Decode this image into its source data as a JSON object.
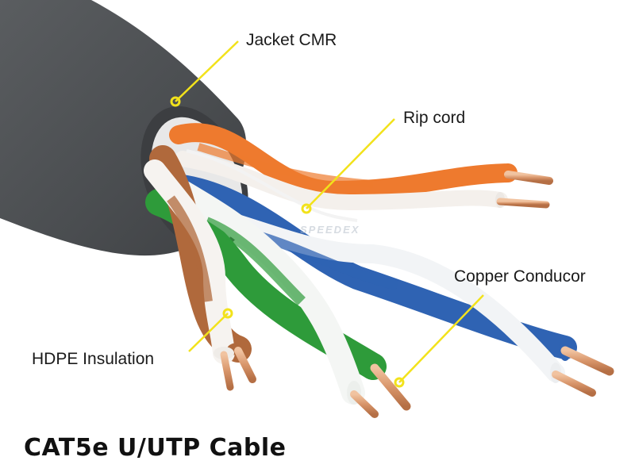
{
  "labels": {
    "jacket": "Jacket CMR",
    "rip_cord": "Rip cord",
    "copper": "Copper Conducor",
    "hdpe": "HDPE Insulation"
  },
  "title": "CAT5e  U/UTP Cable",
  "watermark": "SPEEDEX",
  "colors": {
    "jacket": "#505356",
    "orange": "#ee7a2e",
    "blue": "#2f63b3",
    "green": "#2e9b3a",
    "brown": "#b0693c",
    "copper": "#d8956a",
    "callout": "#f2e21b"
  }
}
